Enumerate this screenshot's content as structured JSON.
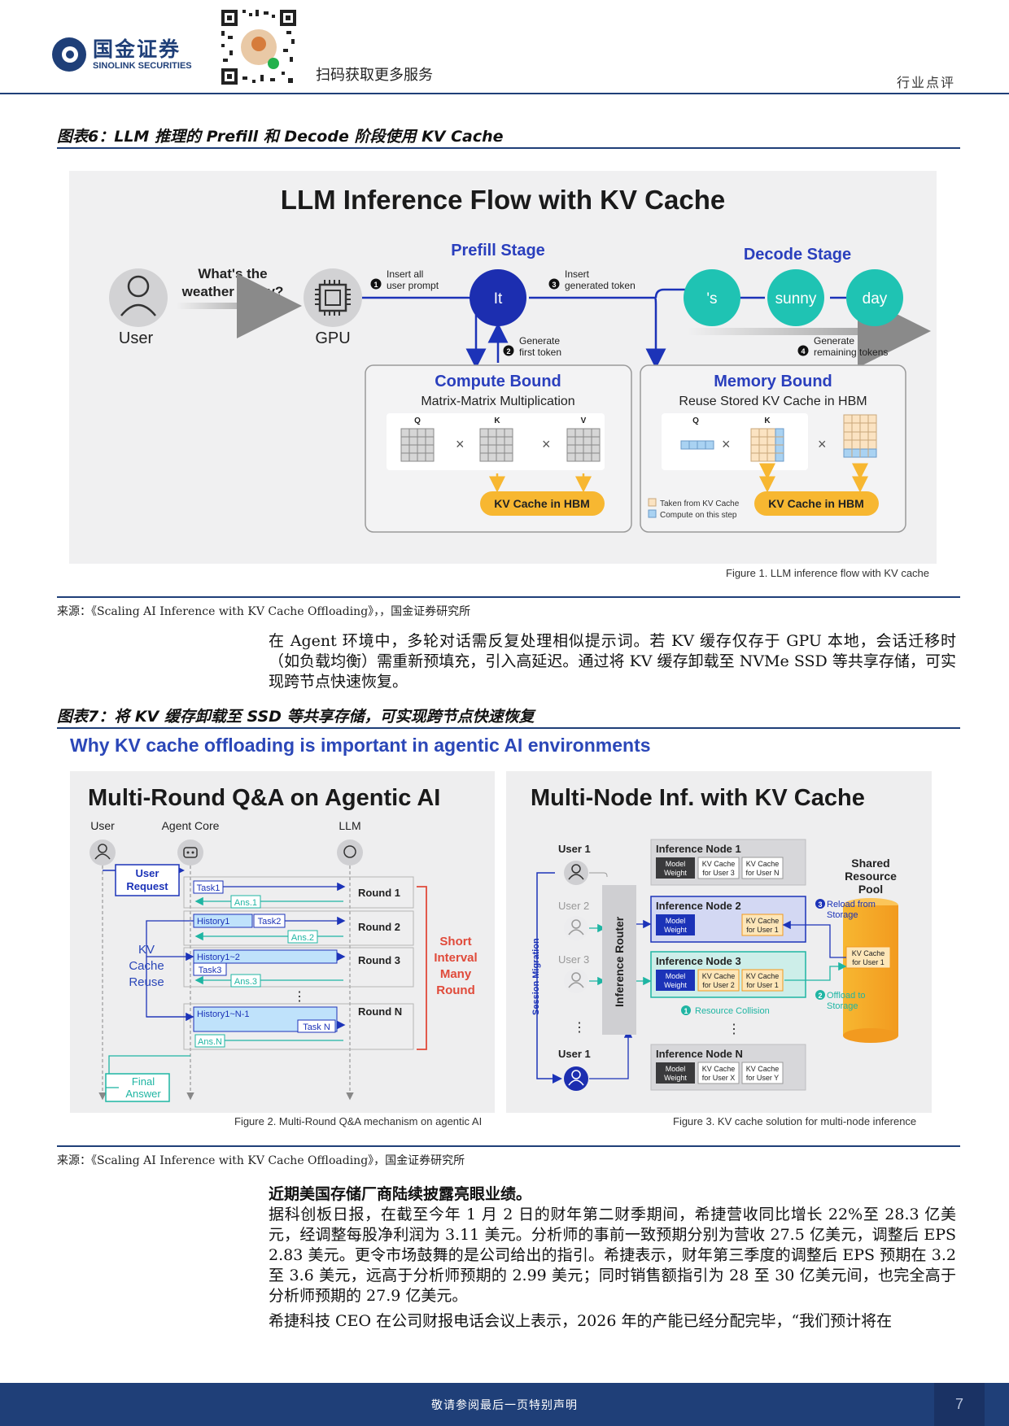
{
  "header": {
    "brand_cn": "国金证券",
    "brand_en": "SINOLINK SECURITIES",
    "scan_text": "扫码获取更多服务",
    "section_tag": "行业点评"
  },
  "figure6": {
    "caption": "图表6：LLM 推理的 Prefill 和 Decode 阶段使用 KV Cache",
    "title": "LLM Inference Flow with KV Cache",
    "user_label": "User",
    "gpu_label": "GPU",
    "question": [
      "What's the",
      "weather today?"
    ],
    "prefill_stage": "Prefill Stage",
    "decode_stage": "Decode Stage",
    "steps": [
      {
        "num": "1",
        "lines": [
          "Insert all",
          "user prompt"
        ]
      },
      {
        "num": "2",
        "lines": [
          "Generate",
          "first token"
        ]
      },
      {
        "num": "3",
        "lines": [
          "Insert",
          "generated token"
        ]
      },
      {
        "num": "4",
        "lines": [
          "Generate",
          "remaining tokens"
        ]
      }
    ],
    "tokens": [
      "It",
      "'s",
      "sunny",
      "day"
    ],
    "compute_box": {
      "title": "Compute Bound",
      "subtitle": "Matrix-Matrix Multiplication",
      "cache": "KV Cache in HBM"
    },
    "memory_box": {
      "title": "Memory Bound",
      "subtitle": "Reuse Stored KV Cache in HBM",
      "cache": "KV Cache in HBM"
    },
    "matrix_labels": [
      "Q",
      "K",
      "V"
    ],
    "legend": [
      "Taken from KV Cache",
      "Compute on this step"
    ],
    "note": "Figure 1. LLM inference flow with KV cache",
    "source": "来源：《Scaling AI Inference with KV Cache Offloading》，，国金证券研究所"
  },
  "para1": "在 Agent 环境中，多轮对话需反复处理相似提示词。若 KV 缓存仅存于 GPU 本地，会话迁移时（如负载均衡）需重新预填充，引入高延迟。通过将 KV 缓存卸载至 NVMe SSD 等共享存储，可实现跨节点快速恢复。",
  "figure7": {
    "caption": "图表7：将 KV 缓存卸载至 SSD 等共享存储，可实现跨节点快速恢复",
    "heading": "Why KV cache offloading is important in agentic AI environments",
    "left": {
      "title": "Multi-Round Q&A on Agentic AI",
      "actors": [
        "User",
        "Agent Core",
        "LLM"
      ],
      "user_request": [
        "User",
        "Request"
      ],
      "kv_reuse": [
        "KV",
        "Cache",
        "Reuse"
      ],
      "rounds": [
        "Round 1",
        "Round 2",
        "Round 3",
        "Round N"
      ],
      "items": {
        "task1": "Task1",
        "ans1": "Ans.1",
        "history1": "History1",
        "task2": "Task2",
        "ans2": "Ans.2",
        "history12": "History1~2",
        "task3": "Task3",
        "ans3": "Ans.3",
        "history1n": "History1~N-1",
        "taskn": "Task N",
        "ansn": "Ans.N"
      },
      "interval": [
        "Short",
        "Interval",
        "Many",
        "Round"
      ],
      "final_answer": [
        "Final",
        "Answer"
      ],
      "note": "Figure 2. Multi-Round Q&A mechanism on agentic AI"
    },
    "right": {
      "title": "Multi-Node Inf. with KV Cache",
      "users": [
        "User 1",
        "User 2",
        "User 3",
        "User 1"
      ],
      "session_migration": "Session Migration",
      "inference_router": "Inference Router",
      "nodes": [
        {
          "name": "Inference Node 1",
          "cells": [
            [
              "Model",
              "Weight"
            ],
            [
              "KV Cache",
              "for User 3"
            ],
            [
              "KV Cache",
              "for User N"
            ]
          ]
        },
        {
          "name": "Inference Node 2",
          "cells": [
            [
              "Model",
              "Weight"
            ],
            [
              "KV Cache",
              "for User 1"
            ]
          ]
        },
        {
          "name": "Inference Node 3",
          "cells": [
            [
              "Model",
              "Weight"
            ],
            [
              "KV Cache",
              "for User 2"
            ],
            [
              "KV Cache",
              "for User 1"
            ]
          ]
        },
        {
          "name": "Inference Node N",
          "cells": [
            [
              "Model",
              "Weight"
            ],
            [
              "KV Cache",
              "for User X"
            ],
            [
              "KV Cache",
              "for User Y"
            ]
          ]
        }
      ],
      "pool": [
        "Shared",
        "Resource",
        "Pool"
      ],
      "pool_cache": [
        "KV Cache",
        "for User 1"
      ],
      "reload": [
        "Reload from",
        "Storage"
      ],
      "offload": [
        "Offload to",
        "Storage"
      ],
      "collision": "Resource Collision",
      "note": "Figure 3. KV cache solution for multi-node inference"
    },
    "source": "来源：《Scaling AI Inference with KV Cache Offloading》，国金证券研究所"
  },
  "para2_title": "近期美国存储厂商陆续披露亮眼业绩。",
  "para2": "据科创板日报，在截至今年 1 月 2 日的财年第二财季期间，希捷营收同比增长 22%至 28.3 亿美元，经调整每股净利润为 3.11 美元。分析师的事前一致预期分别为营收 27.5 亿美元，调整后 EPS 2.83 美元。更令市场鼓舞的是公司给出的指引。希捷表示，财年第三季度的调整后 EPS 预期在 3.2 至 3.6 美元，远高于分析师预期的 2.99 美元；同时销售额指引为 28 至 30 亿美元间，也完全高于分析师预期的 27.9 亿美元。",
  "para3": "希捷科技 CEO 在公司财报电话会议上表示，2026 年的产能已经分配完毕，“我们预计将在",
  "footer": {
    "text": "敬请参阅最后一页特别声明",
    "page": "7"
  },
  "colors": {
    "brand": "#1f3f78",
    "prefill_blue": "#1c33b8",
    "decode_teal": "#1fc3b3",
    "cache_orange": "#f7b731",
    "fig_heading": "#2b47b8"
  }
}
